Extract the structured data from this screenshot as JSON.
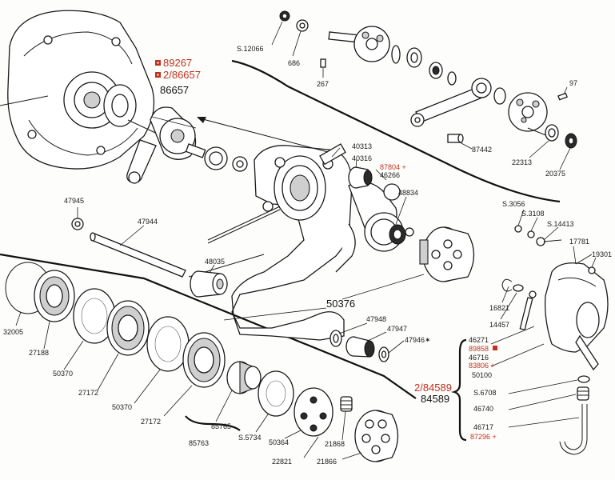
{
  "labels": {
    "p89267": "89267",
    "p2_86657": "2/86657",
    "p86657": "86657",
    "s12066": "S.12066",
    "p686": "686",
    "p267": "267",
    "p97": "97",
    "p87442": "87442",
    "p22313": "22313",
    "p20375": "20375",
    "p40313": "40313",
    "p40316": "40316",
    "p87804": "87804 +",
    "p46266": "46266",
    "p48834": "48834",
    "p47945": "47945",
    "p47944": "47944",
    "p48035": "48035",
    "s3056": "S.3056",
    "s3108": "S.3108",
    "s14413": "S.14413",
    "p17781": "17781",
    "p19301": "19301",
    "p50376": "50376",
    "p16821": "16821",
    "p14457": "14457",
    "p32005": "32005",
    "p27188": "27188",
    "p50370a": "50370",
    "p27172a": "27172",
    "p50370b": "50370",
    "p27172b": "27172",
    "p47948": "47948",
    "p47947": "47947",
    "p47946": "47946✶",
    "p46271": "46271",
    "p89858": "89858",
    "p83806": "83806 +",
    "p46716": "46716",
    "p50100": "50100",
    "p2_84589": "2/84589",
    "p84589": "84589",
    "s6708": "S.6708",
    "p46740": "46740",
    "p46717": "46717",
    "p87296": "87296 +",
    "p85765": "85765",
    "s5734": "S.5734",
    "p50364": "50364",
    "p21868": "21868",
    "p85763": "85763",
    "p22821": "22821",
    "p21866": "21866"
  },
  "colors": {
    "ink": "#1a1a1a",
    "accent_red": "#c0321e",
    "paper": "#fdfdfb"
  },
  "icons": {
    "marker": "red-square-marker"
  }
}
